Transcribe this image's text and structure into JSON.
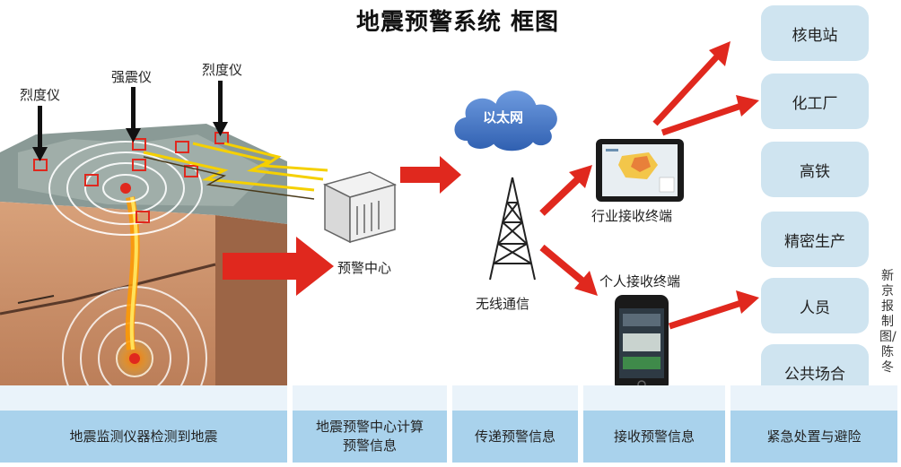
{
  "title": "地震预警系统  框图",
  "scene": {
    "instrument_left": "烈度仪",
    "instrument_mid": "强震仪",
    "instrument_right": "烈度仪"
  },
  "nodes": {
    "warning_center": "预警中心",
    "ethernet": "以太网",
    "wireless": "无线通信",
    "industry_terminal": "行业接收终端",
    "personal_terminal": "个人接收终端"
  },
  "targets": [
    "核电站",
    "化工厂",
    "高铁",
    "精密生产",
    "人员",
    "公共场合"
  ],
  "stages": [
    "地震监测仪器检测到地震",
    "地震预警中心计算\n预警信息",
    "传递预警信息",
    "接收预警信息",
    "紧急处置与避险"
  ],
  "credit": "新京报制图/陈冬",
  "colors": {
    "arrow": "#e0281e",
    "target_box": "#cfe4f0",
    "stage_box": "#a9d2ec",
    "cloud": "#3f72c4"
  }
}
